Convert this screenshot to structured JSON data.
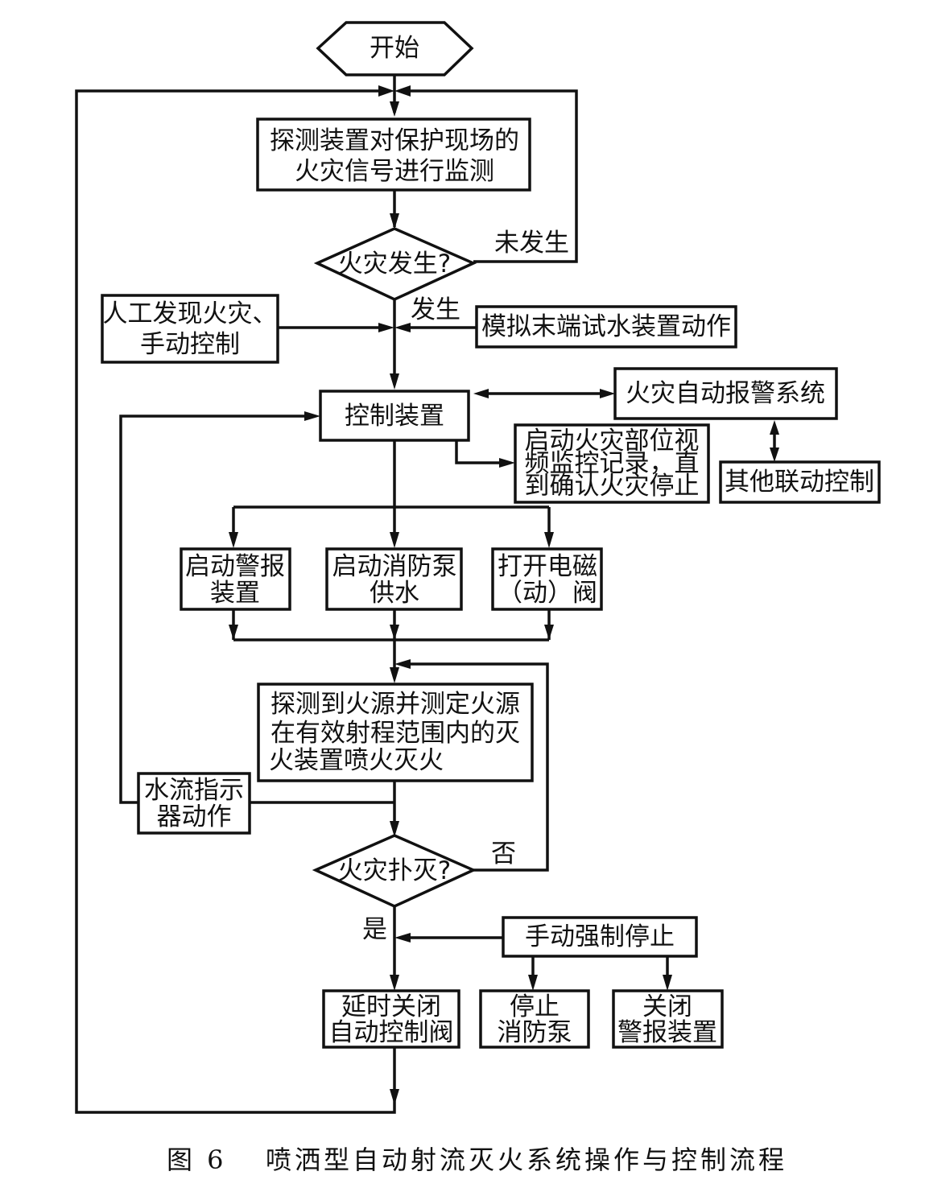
{
  "diagram": {
    "caption": {
      "figure_number": "图 6",
      "title": "喷洒型自动射流灭火系统操作与控制流程"
    },
    "nodes": {
      "start": {
        "type": "terminal",
        "lines": [
          "开始"
        ]
      },
      "monitor": {
        "type": "process",
        "lines": [
          "探测装置对保护现场的",
          "火灾信号进行监测"
        ]
      },
      "fire_occurred": {
        "type": "decision",
        "lines": [
          "火灾发生?"
        ]
      },
      "manual_discovery": {
        "type": "process",
        "lines": [
          "人工发现火灾、",
          "手动控制"
        ]
      },
      "test_valve": {
        "type": "process",
        "lines": [
          "模拟末端试水装置动作"
        ]
      },
      "control_device": {
        "type": "process",
        "lines": [
          "控制装置"
        ]
      },
      "fire_alarm_system": {
        "type": "process",
        "lines": [
          "火灾自动报警系统"
        ]
      },
      "video_record": {
        "type": "process",
        "lines": [
          "启动火灾部位视",
          "频监控记录，直",
          "到确认火灾停止"
        ]
      },
      "other_linkage": {
        "type": "process",
        "lines": [
          "其他联动控制"
        ]
      },
      "start_alarm": {
        "type": "process",
        "lines": [
          "启动警报",
          "装置"
        ]
      },
      "start_pump": {
        "type": "process",
        "lines": [
          "启动消防泵",
          "供水"
        ]
      },
      "open_valve": {
        "type": "process",
        "lines": [
          "打开电磁",
          "（动）阀"
        ]
      },
      "detect_spray": {
        "type": "process",
        "lines": [
          "探测到火源并测定火源",
          "在有效射程范围内的灭",
          "火装置喷火灭火"
        ]
      },
      "water_flow_indicator": {
        "type": "process",
        "lines": [
          "水流指示",
          "器动作"
        ]
      },
      "fire_extinguished": {
        "type": "decision",
        "lines": [
          "火灾扑灭?"
        ]
      },
      "manual_stop": {
        "type": "process",
        "lines": [
          "手动强制停止"
        ]
      },
      "delay_close": {
        "type": "process",
        "lines": [
          "延时关闭",
          "自动控制阀"
        ]
      },
      "stop_pump": {
        "type": "process",
        "lines": [
          "停止",
          "消防泵"
        ]
      },
      "close_alarm": {
        "type": "process",
        "lines": [
          "关闭",
          "警报装置"
        ]
      }
    },
    "edge_labels": {
      "not_occurred": "未发生",
      "occurred": "发生",
      "no": "否",
      "yes": "是"
    }
  }
}
